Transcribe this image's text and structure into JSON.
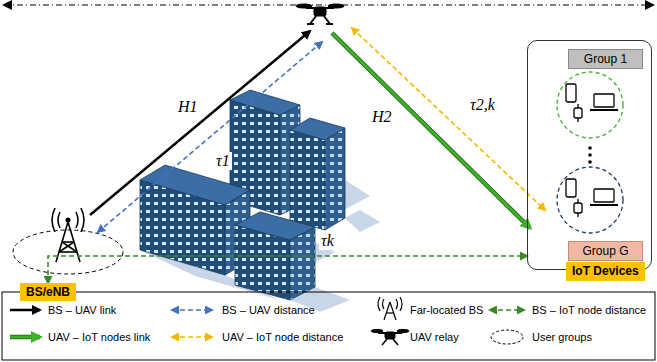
{
  "diagram": {
    "nodes": [
      {
        "text": [
          "BS/eNB"
        ]
      },
      {
        "text": [
          "IoT Devices"
        ]
      },
      {
        "text": [
          "Group 1"
        ],
        "in": 1
      },
      {
        "text": [
          "Group G"
        ],
        "in": 1
      }
    ],
    "edges": [
      {
        "from": 0,
        "to": 1,
        "arrow": "both",
        "label": "τk"
      }
    ],
    "labels": [
      "H1",
      "τ1",
      "H2",
      "τ2,k"
    ],
    "legend": [
      {
        "text": "BS – UAV link"
      },
      {
        "text": "BS – UAV distance"
      },
      {
        "text": "Far-located BS"
      },
      {
        "text": "BS – IoT node distance"
      },
      {
        "text": "UAV – IoT nodes link"
      },
      {
        "text": "UAV – IoT node distance"
      },
      {
        "text": "UAV relay"
      },
      {
        "text": "User groups"
      }
    ]
  }
}
